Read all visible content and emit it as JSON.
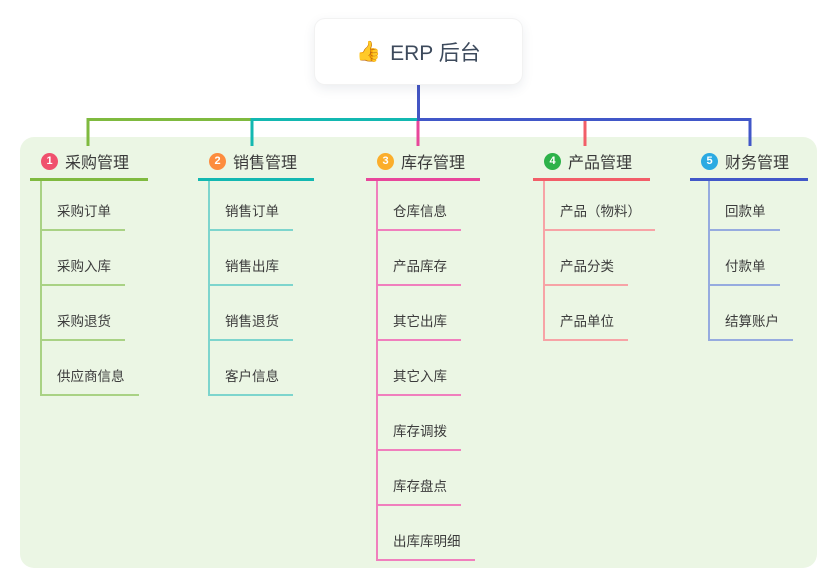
{
  "root": {
    "icon": "👍",
    "label": "ERP 后台"
  },
  "branches": [
    {
      "num": "1",
      "title": "采购管理",
      "badge_color": "#f0516d",
      "line_color": "#7fba3f",
      "child_line_color": "#a9d284",
      "children": [
        "采购订单",
        "采购入库",
        "采购退货",
        "供应商信息"
      ]
    },
    {
      "num": "2",
      "title": "销售管理",
      "badge_color": "#fd8c3e",
      "line_color": "#13b8b1",
      "child_line_color": "#7dd5cd",
      "children": [
        "销售订单",
        "销售出库",
        "销售退货",
        "客户信息"
      ]
    },
    {
      "num": "3",
      "title": "库存管理",
      "badge_color": "#fbae2b",
      "line_color": "#e8479b",
      "child_line_color": "#f07fbd",
      "children": [
        "仓库信息",
        "产品库存",
        "其它出库",
        "其它入库",
        "库存调拨",
        "库存盘点",
        "出库库明细"
      ]
    },
    {
      "num": "4",
      "title": "产品管理",
      "badge_color": "#2db249",
      "line_color": "#f25e68",
      "child_line_color": "#f7a3a6",
      "children": [
        "产品（物料）",
        "产品分类",
        "产品单位"
      ]
    },
    {
      "num": "5",
      "title": "财务管理",
      "badge_color": "#2baae2",
      "line_color": "#4157c8",
      "child_line_color": "#96abdf",
      "children": [
        "回款单",
        "付款单",
        "结算账户"
      ]
    }
  ],
  "colors": {
    "canvas_bg": "#ffffff",
    "panel_bg": "#ebf6e4",
    "root_connector": "#4456c4",
    "text": "#3b3b3b",
    "root_text": "#3d4a5c"
  }
}
